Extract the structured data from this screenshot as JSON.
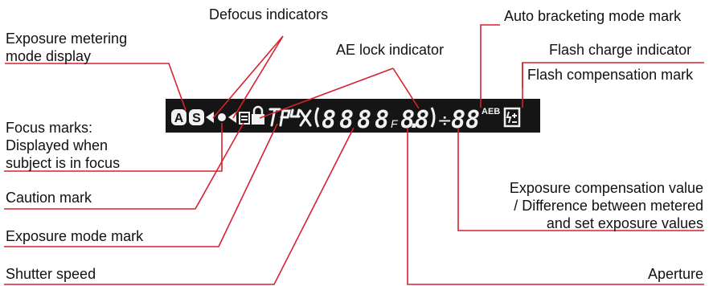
{
  "labels": {
    "defocus": "Defocus indicators",
    "auto_bracketing": "Auto bracketing mode mark",
    "metering": [
      "Exposure metering",
      "mode display"
    ],
    "ae_lock": "AE lock indicator",
    "flash_charge": "Flash charge indicator",
    "flash_comp": "Flash compensation mark",
    "focus_marks": [
      "Focus marks:",
      "Displayed when",
      "subject is in focus"
    ],
    "caution": "Caution mark",
    "exposure_mode": "Exposure mode mark",
    "shutter": "Shutter speed",
    "exposure_comp": [
      "Exposure compensation value",
      "/ Difference between metered",
      "and set exposure values"
    ],
    "aperture": "Aperture"
  },
  "lcd": {
    "metering_a": "A",
    "metering_s": "S",
    "shutter_digits": "8888",
    "f_mark": "F",
    "aperture_digits": "8.8",
    "plus_minus": "÷",
    "comp_digits": "88",
    "aeb": "AEB"
  },
  "colors": {
    "leader": "#d9202e",
    "lcd_background": "#151515",
    "lcd_segments": "#f2f2f2",
    "label_text": "#111111"
  }
}
